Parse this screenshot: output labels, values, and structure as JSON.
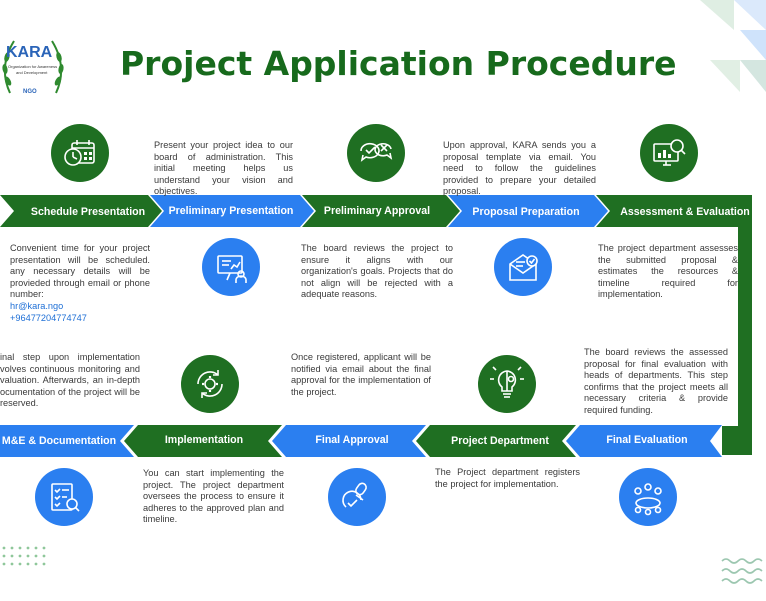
{
  "title": "Project Application Procedure",
  "logo": {
    "name": "KARA",
    "line1": "Organization for Awareness",
    "line2": "and Development",
    "tag": "NGO"
  },
  "colors": {
    "green": "#1f6f22",
    "blue": "#2b7ff0",
    "title": "#176a1c",
    "text": "#3a3a3a",
    "link": "#1e6fd6"
  },
  "steps": [
    {
      "label": "Schedule Presentation",
      "icon": "calendar-clock-icon",
      "color": "green",
      "desc": "Convenient time for your project presentation will be scheduled. any necessary details will be provieded through email or phone number:",
      "email": "hr@kara.ngo",
      "phone": "+96477204774747"
    },
    {
      "label": "Preliminary Presentation",
      "icon": "presentation-board-icon",
      "color": "blue",
      "desc": "Present your project idea to our board of administration. This initial meeting helps us understand your vision and objectives."
    },
    {
      "label": "Preliminary Approval",
      "icon": "approve-reject-icon",
      "color": "green",
      "desc": "The board reviews the project to ensure it aligns with our organization's goals. Projects that do not align will be rejected with a adequate reasons."
    },
    {
      "label": "Proposal Preparation",
      "icon": "email-envelope-icon",
      "color": "blue",
      "desc": "Upon approval, KARA sends you a proposal template via email. You need to follow the guidelines provided to prepare your detailed proposal."
    },
    {
      "label": "Assessment & Evaluation",
      "icon": "monitor-magnifier-icon",
      "color": "green",
      "desc": "The project department assesses the submitted proposal & estimates the resources & timeline required for implementation."
    },
    {
      "label": "Final Evaluation",
      "icon": "meeting-table-icon",
      "color": "blue",
      "desc": "The board reviews the assessed proposal for final evaluation with heads of departments. This step confirms that the project meets all necessary criteria & provide required funding."
    },
    {
      "label": "Project Department",
      "icon": "lightbulb-gear-icon",
      "color": "green",
      "desc": "The Project department registers the project for implementation."
    },
    {
      "label": "Final  Approval",
      "icon": "approval-stamp-icon",
      "color": "blue",
      "desc": "Once registered, applicant will be notified via email about the final approval for the implementation of the project."
    },
    {
      "label": "Implementation",
      "icon": "gear-cycle-icon",
      "color": "green",
      "desc": "You can start implementing the project. The project department oversees the process to ensure it adheres to the approved plan and timeline."
    },
    {
      "label": "M&E & Documentation",
      "icon": "checklist-magnifier-icon",
      "color": "blue",
      "desc": "inal step upon implementation volves continuous monitoring and valuation. Afterwards, an in-depth ocumentation of the project will be reserved."
    }
  ]
}
